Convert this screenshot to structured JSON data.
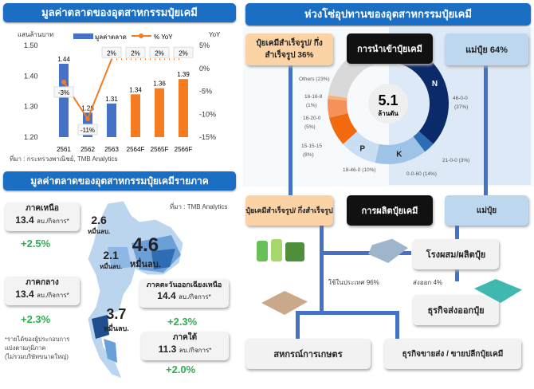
{
  "left_top": {
    "title": "มูลค่าตลาดของอุตสาหกรรมปุ๋ยเคมี",
    "source": "ที่มา : กระทรวงพาณิชย์, TMB Analytics"
  },
  "chart_data": [
    {
      "type": "bar",
      "title": "มูลค่าตลาดของอุตสาหกรรมปุ๋ยเคมี",
      "ylabel": "แสนล้านบาท",
      "y2label": "YoY",
      "categories": [
        "2561",
        "2562",
        "2563",
        "2564F",
        "2565F",
        "2566F"
      ],
      "ylim": [
        1.2,
        1.5
      ],
      "yticks": [
        "1.20",
        "1.30",
        "1.40",
        "1.50"
      ],
      "y2lim": [
        -15,
        5
      ],
      "y2ticks": [
        "-15%",
        "-10%",
        "-5%",
        "0%",
        "5%"
      ],
      "legend": [
        "มูลค่าตลาด",
        "% YoY"
      ],
      "legend_placement": "top",
      "series": [
        {
          "name": "มูลค่าตลาด",
          "type": "bar",
          "values": [
            1.44,
            1.28,
            1.31,
            1.34,
            1.36,
            1.39
          ],
          "labels": [
            "1.44",
            "1.28",
            "1.31",
            "1.34",
            "1.36",
            "1.39"
          ],
          "colors": [
            "#4472c4",
            "#4472c4",
            "#4472c4",
            "#f47b20",
            "#f47b20",
            "#f47b20"
          ]
        },
        {
          "name": "% YoY",
          "type": "line",
          "values": [
            -3,
            -11,
            2,
            2,
            2,
            2
          ],
          "labels": [
            "-3%",
            "-11%",
            "2%",
            "2%",
            "2%",
            "2%"
          ],
          "color": "#f47b20"
        }
      ]
    },
    {
      "type": "pie",
      "title": "การนำเข้าปุ๋ยเคมี",
      "center_value": "5.1",
      "center_unit": "ล้านตัน",
      "slices": [
        {
          "label": "46-0-0",
          "pct_label": "(37%)",
          "value": 37,
          "group": "N",
          "color": "#0b2a6a"
        },
        {
          "label": "21-0-0",
          "pct_label": "(3%)",
          "value": 3,
          "group": "",
          "color": "#2e6db4"
        },
        {
          "label": "0-0-60",
          "pct_label": "(14%)",
          "value": 14,
          "group": "K",
          "color": "#9dc3e6"
        },
        {
          "label": "18-46-0",
          "pct_label": "(10%)",
          "value": 10,
          "group": "P",
          "color": "#c9def2"
        },
        {
          "label": "15-15-15",
          "pct_label": "(8%)",
          "value": 8,
          "group": "",
          "color": "#f26a10"
        },
        {
          "label": "16-20-0",
          "pct_label": "(5%)",
          "value": 5,
          "group": "",
          "color": "#f6915a"
        },
        {
          "label": "16-16-8",
          "pct_label": "(1%)",
          "value": 1,
          "group": "",
          "color": "#f9b27c"
        },
        {
          "label": "Others",
          "pct_label": "(23%)",
          "value": 23,
          "group": "",
          "color": "#d9d9d9"
        }
      ]
    }
  ],
  "left_bottom": {
    "title": "มูลค่าตลาดของอุตสาหกรรมปุ๋ยเคมีรายภาค",
    "source": "ที่มา : TMB Analytics",
    "unit": "ลบ./กิจการ*",
    "regions": [
      {
        "name": "ภาคเหนือ",
        "value": "13.4",
        "growth": "+2.5%",
        "market": "2.6",
        "market_unit": "หมื่นลบ."
      },
      {
        "name": "ภาคกลาง",
        "value": "13.4",
        "growth": "+2.3%",
        "market": "2.1",
        "market_unit": "หมื่นลบ."
      },
      {
        "name": "ภาคตะวันออกเฉียงเหนือ",
        "value": "14.4",
        "growth": "+2.3%",
        "market": "4.6",
        "market_unit": "หมื่นลบ."
      },
      {
        "name": "ภาคใต้",
        "value": "11.3",
        "growth": "+2.0%",
        "market": "3.7",
        "market_unit": "หมื่นลบ."
      }
    ],
    "footnote": [
      "*รายได้ของผู้ประกอบการ",
      "แบ่งตามภูมิภาค",
      "(ไม่รวมบริษัทขนาดใหญ่)"
    ]
  },
  "right": {
    "title": "ห่วงโซ่อุปทานของอุตสาหกรรมปุ๋ยเคมี",
    "import_label": "การนำเข้าปุ๋ยเคมี",
    "import_finished": "ปุ๋ยเคมีสำเร็จรูป/ กึ่งสำเร็จรูป 36%",
    "import_base": "แม่ปุ๋ย 64%",
    "production_label": "การผลิตปุ๋ยเคมี",
    "prod_finished": "ปุ๋ยเคมีสำเร็จรูป/ กึ่งสำเร็จรูป",
    "prod_base": "แม่ปุ๋ย",
    "mixing_plant": "โรงผสม/ผลิตปุ๋ย",
    "domestic": "ใช้ในประเทศ 96%",
    "export_pct": "ส่งออก 4%",
    "export_business": "ธุรกิจส่งออกปุ๋ย",
    "cooperative": "สหกรณ์การเกษตร",
    "wholesale": "ธุรกิจขายส่ง / ขายปลีกปุ๋ยเคมี"
  }
}
